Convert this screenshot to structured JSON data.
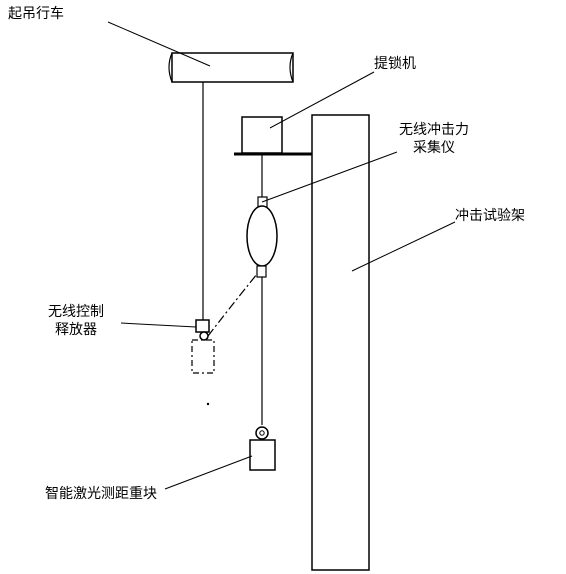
{
  "labels": {
    "crane": "起吊行车",
    "hoist": "提锁机",
    "sensor_line1": "无线冲击力",
    "sensor_line2": "采集仪",
    "test_frame": "冲击试验架",
    "release_line1": "无线控制",
    "release_line2": "释放器",
    "weight": "智能激光测距重块"
  }
}
